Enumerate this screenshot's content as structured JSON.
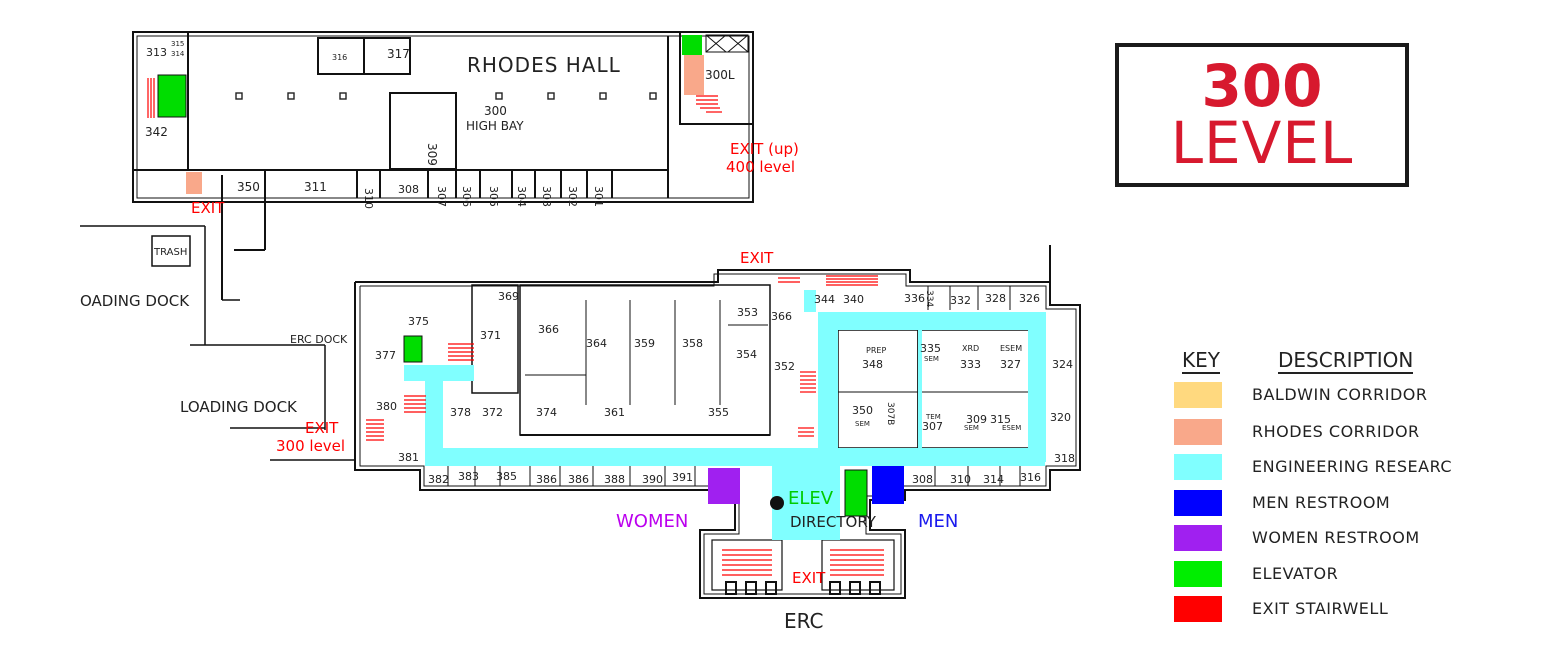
{
  "level": {
    "number": "300",
    "word": "LEVEL"
  },
  "buildings": {
    "rhodes": "RHODES HALL",
    "erc": "ERC"
  },
  "areas": {
    "high_bay_number": "300",
    "high_bay_label": "HIGH BAY",
    "trash": "TRASH",
    "loading_dock_upper": "OADING DOCK",
    "loading_dock_lower": "LOADING DOCK",
    "erc_dock": "ERC DOCK",
    "directory": "DIRECTORY",
    "elev": "ELEV",
    "women": "WOMEN",
    "men": "MEN"
  },
  "exits": {
    "rhodes_exit": "EXIT",
    "exit_up_line1": "EXIT  (up)",
    "exit_up_line2": "400  level",
    "top_exit": "EXIT",
    "left_exit_line1": "EXIT",
    "left_exit_line2": "300  level",
    "bottom_exit": "EXIT"
  },
  "rooms": {
    "r313": "313",
    "r315": "315",
    "r314": "314",
    "r316a": "316",
    "r317": "317",
    "r300l": "300L",
    "r342": "342",
    "r309big": "309",
    "r350a": "350",
    "r311": "311",
    "r310a": "310",
    "r308a": "308",
    "r307a": "307",
    "r306": "306",
    "r305": "305",
    "r304": "304",
    "r303": "303",
    "r302": "302",
    "r301": "301",
    "r369": "369",
    "r375": "375",
    "r371": "371",
    "r366": "366",
    "r364": "364",
    "r359": "359",
    "r358": "358",
    "r353": "353",
    "r366b": "366",
    "r354": "354",
    "r352": "352",
    "r377": "377",
    "r380": "380",
    "r378": "378",
    "r372": "372",
    "r374": "374",
    "r361": "361",
    "r355": "355",
    "r381": "381",
    "r382": "382",
    "r383": "383",
    "r385": "385",
    "r386": "386",
    "r386b": "386",
    "r388": "388",
    "r390": "390",
    "r391": "391",
    "r344": "344",
    "r340": "340",
    "r336": "336",
    "r334": "334",
    "r332": "332",
    "r328": "328",
    "r326": "326",
    "r348_label": "PREP",
    "r348": "348",
    "r335": "335",
    "r335_sub": "SEM",
    "r333_label": "XRD",
    "r333": "333",
    "r327_label": "ESEM",
    "r327": "327",
    "r324": "324",
    "r350b": "350",
    "r350b_sub": "SEM",
    "r307b": "307B",
    "r307c_label": "TEM",
    "r307c": "307",
    "r309b": "309",
    "r309b_sub": "SEM",
    "r315b": "315",
    "r315b_sub": "ESEM",
    "r320": "320",
    "r318": "318",
    "r308b": "308",
    "r310b": "310",
    "r314b": "314",
    "r316b": "316"
  },
  "key": {
    "header_key": "KEY",
    "header_desc": "DESCRIPTION",
    "items": [
      {
        "label": "BALDWIN  CORRIDOR",
        "color": "#ffd97f"
      },
      {
        "label": "RHODES  CORRIDOR",
        "color": "#f9a88a"
      },
      {
        "label": "ENGINEERING  RESEARC",
        "color": "#80ffff"
      },
      {
        "label": "MEN  RESTROOM",
        "color": "#0000ff"
      },
      {
        "label": "WOMEN  RESTROOM",
        "color": "#a020f0"
      },
      {
        "label": "ELEVATOR",
        "color": "#00ee00"
      },
      {
        "label": "EXIT  STAIRWELL",
        "color": "#ff0000"
      }
    ]
  },
  "colors": {
    "corridor_erc": "#80ffff",
    "corridor_rhodes": "#f9a88a",
    "elevator": "#00dd00",
    "women": "#a020f0",
    "men": "#0000ff",
    "stair": "#ff0000",
    "exit_text": "#ff0000",
    "level_text": "#d7192e",
    "women_text": "#bb00ee",
    "men_text": "#1a1aee",
    "elev_text": "#00cc00"
  }
}
